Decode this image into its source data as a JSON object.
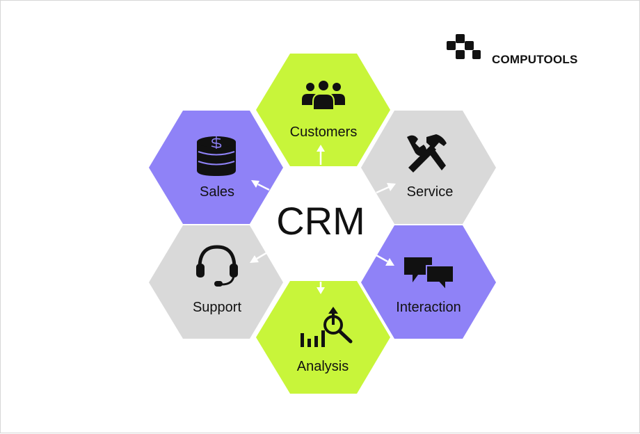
{
  "center": {
    "label": "CRM"
  },
  "brand": {
    "name": "COMPUTOOLS"
  },
  "colors": {
    "green": "#c8f53a",
    "purple": "#8f82f7",
    "gray": "#d9d9d9",
    "ink": "#111111",
    "arrow": "#ffffff"
  },
  "nodes": [
    {
      "id": "customers",
      "label": "Customers",
      "icon": "group-of-people-icon",
      "color": "green"
    },
    {
      "id": "service",
      "label": "Service",
      "icon": "wrench-hammer-icon",
      "color": "gray"
    },
    {
      "id": "interaction",
      "label": "Interaction",
      "icon": "chat-bubbles-icon",
      "color": "purple"
    },
    {
      "id": "analysis",
      "label": "Analysis",
      "icon": "chart-magnifier-icon",
      "color": "green"
    },
    {
      "id": "support",
      "label": "Support",
      "icon": "headset-icon",
      "color": "gray"
    },
    {
      "id": "sales",
      "label": "Sales",
      "icon": "coin-stack-icon",
      "color": "purple"
    }
  ]
}
